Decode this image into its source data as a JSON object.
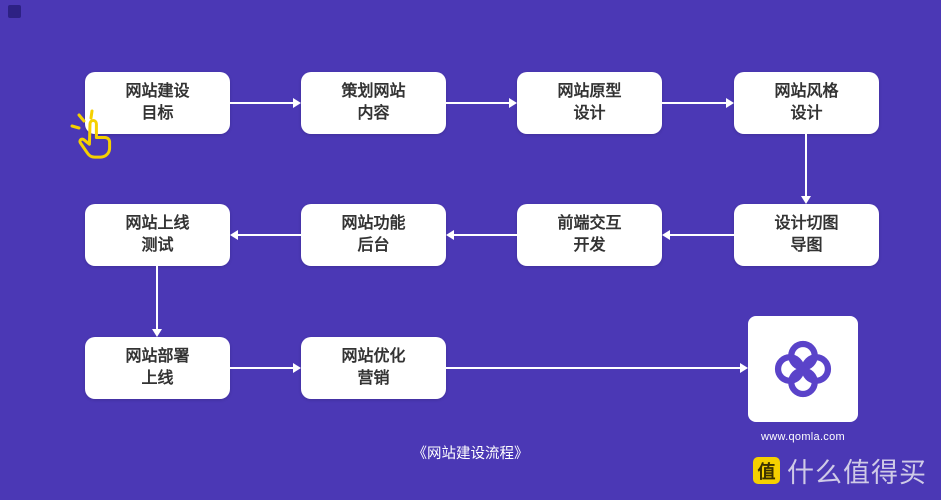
{
  "page": {
    "background_color": "#4B38B5",
    "box_color": "#FFFFFF",
    "arrow_color": "#FFFFFF",
    "accent_yellow": "#F5D000",
    "logo_purple": "#5A43C9"
  },
  "flow": {
    "title": "网站建设流程",
    "nodes": [
      {
        "id": "goal",
        "label": "网站建设\n目标"
      },
      {
        "id": "plan",
        "label": "策划网站\n内容"
      },
      {
        "id": "prototype",
        "label": "网站原型\n设计"
      },
      {
        "id": "style",
        "label": "网站风格\n设计"
      },
      {
        "id": "online-test",
        "label": "网站上线\n测试"
      },
      {
        "id": "backend",
        "label": "网站功能\n后台"
      },
      {
        "id": "frontend",
        "label": "前端交互\n开发"
      },
      {
        "id": "slice",
        "label": "设计切图\n导图"
      },
      {
        "id": "deploy",
        "label": "网站部署\n上线"
      },
      {
        "id": "marketing",
        "label": "网站优化\n营销"
      }
    ],
    "edges": [
      {
        "from": "goal",
        "to": "plan",
        "direction": "right"
      },
      {
        "from": "plan",
        "to": "prototype",
        "direction": "right"
      },
      {
        "from": "prototype",
        "to": "style",
        "direction": "right"
      },
      {
        "from": "style",
        "to": "slice",
        "direction": "down"
      },
      {
        "from": "slice",
        "to": "frontend",
        "direction": "left"
      },
      {
        "from": "frontend",
        "to": "backend",
        "direction": "left"
      },
      {
        "from": "backend",
        "to": "online-test",
        "direction": "left"
      },
      {
        "from": "online-test",
        "to": "deploy",
        "direction": "down"
      },
      {
        "from": "deploy",
        "to": "marketing",
        "direction": "right"
      },
      {
        "from": "marketing",
        "to": "logo",
        "direction": "right"
      }
    ]
  },
  "caption": "《网站建设流程》",
  "logo": {
    "site": "www.qomla.com"
  },
  "watermark": {
    "badge": "值",
    "text": "什么值得买"
  }
}
